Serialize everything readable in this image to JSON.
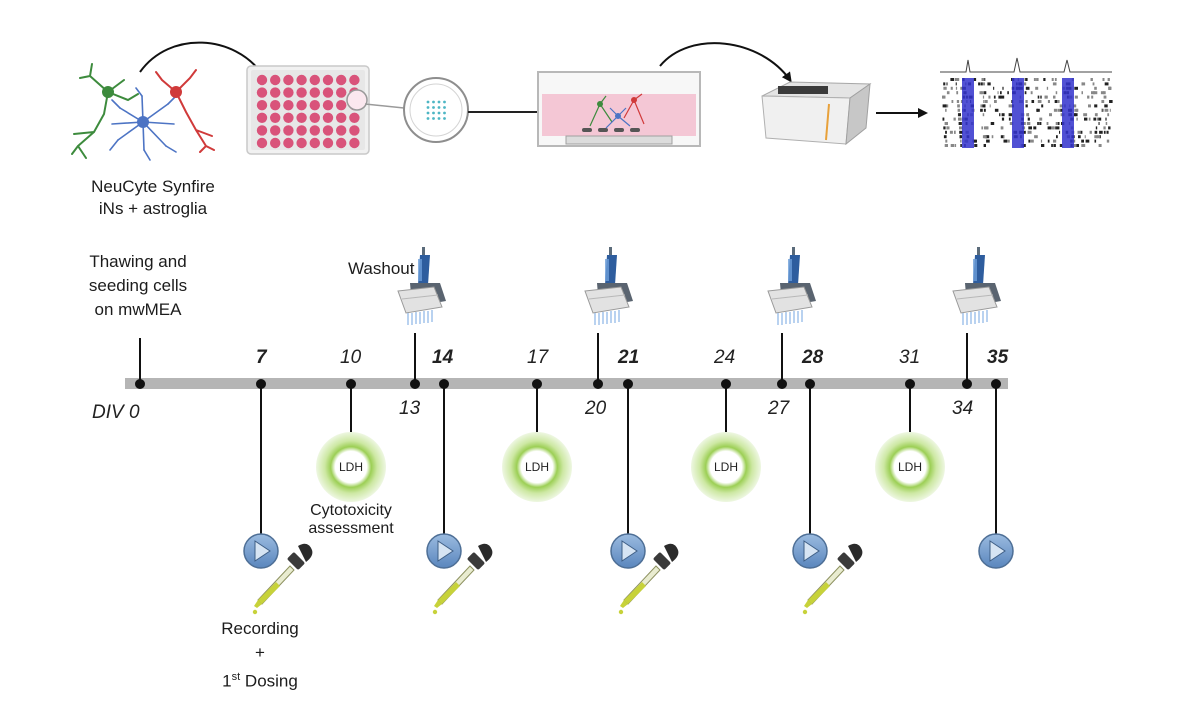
{
  "header": {
    "cells_caption_line1": "NeuCyte Synfire",
    "cells_caption_line2": "iNs + astroglia"
  },
  "timeline": {
    "start_label": "DIV 0",
    "start_caption_line1": "Thawing and",
    "start_caption_line2": "seeding cells",
    "start_caption_line3": "on mwMEA",
    "washout_label": "Washout",
    "ldh_label": "LDH",
    "cytotox_line1": "Cytotoxicity",
    "cytotox_line2": "assessment",
    "recording_line1": "Recording",
    "recording_line2": "+",
    "recording_line3_main": "1",
    "recording_line3_sup": "st",
    "recording_line3_rest": " Dosing",
    "days": {
      "d7": "7",
      "d10": "10",
      "d13": "13",
      "d14": "14",
      "d17": "17",
      "d20": "20",
      "d21": "21",
      "d24": "24",
      "d27": "27",
      "d28": "28",
      "d31": "31",
      "d34": "34",
      "d35": "35"
    }
  },
  "colors": {
    "timeline_bar": "#b5b5b5",
    "well_pink": "#d9537a",
    "neuron_green": "#3d8b3d",
    "neuron_blue": "#4d74c4",
    "neuron_red": "#d03a3a",
    "ldh_glow": "#b5dc7a",
    "play_blue": "#6f9bcf",
    "dropper_yellow": "#c7d23a",
    "pipette_blue": "#2e5d9e",
    "raster_blue": "#3333cc"
  }
}
